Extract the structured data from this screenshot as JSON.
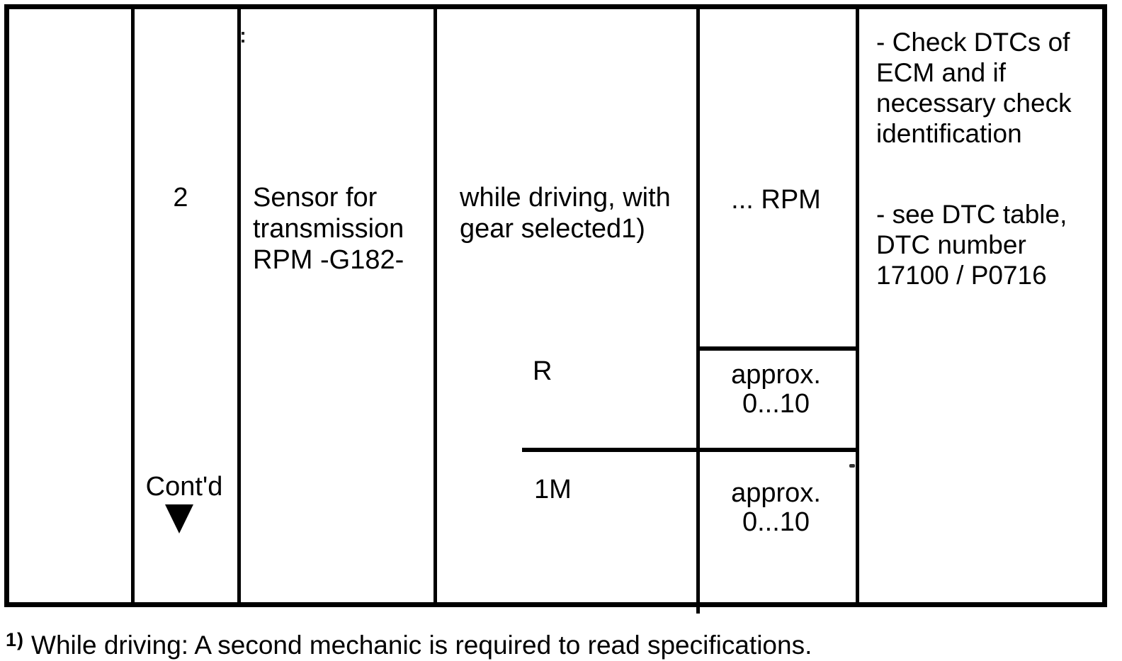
{
  "colors": {
    "ink": "#000000",
    "paper": "#ffffff"
  },
  "table": {
    "item_number": "2",
    "contd_label": "Cont'd",
    "description": "Sensor for\ntransmission\nRPM -G182-",
    "test_condition": "while driving, with\ngear selected1)",
    "display_unit": "... RPM",
    "gear_rows": [
      {
        "gear": "R",
        "value": "approx.\n0...10"
      },
      {
        "gear": "1M",
        "value": "approx.\n0...10"
      }
    ],
    "actions": {
      "check": "- Check DTCs of\nECM and if\nnecessary check\nidentification",
      "dtc_reference": "- see DTC table,\nDTC number\n17100 / P0716"
    }
  },
  "footnote": {
    "marker": "1)",
    "text": "While driving: A second mechanic is required to read specifications."
  }
}
